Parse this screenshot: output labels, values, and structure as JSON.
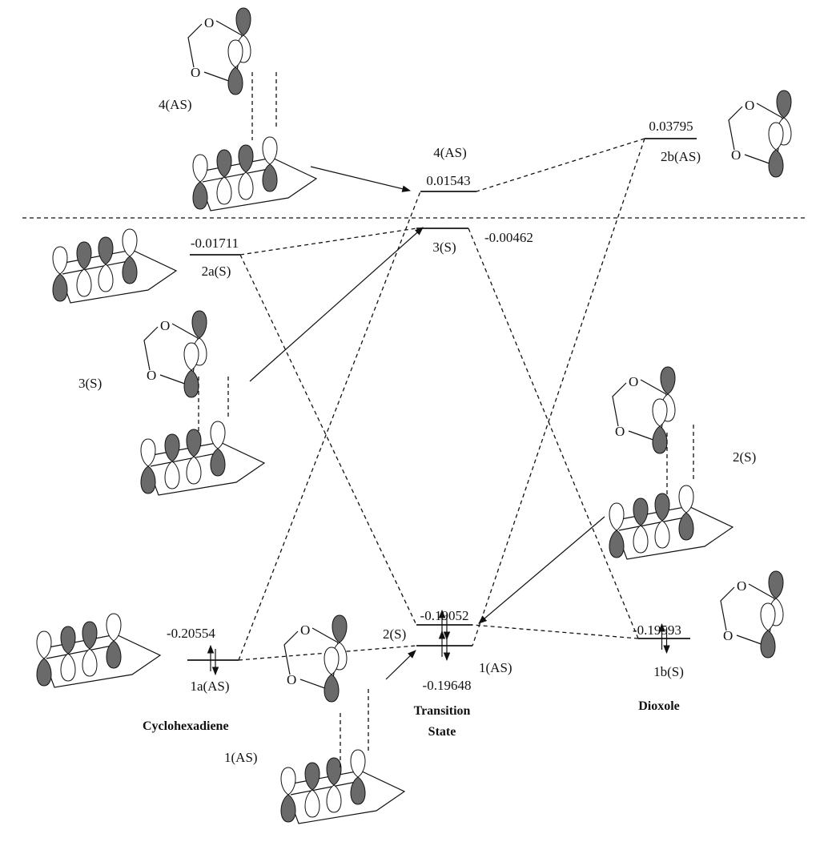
{
  "figure": {
    "fragments": {
      "left": "Cyclohexadiene",
      "middle_line1": "Transition",
      "middle_line2": "State",
      "right": "Dioxole"
    },
    "levels": {
      "ts_4": {
        "label": "4(AS)",
        "energy": "0.01543"
      },
      "ts_3": {
        "label": "3(S)",
        "energy": "-0.00462"
      },
      "ts_2": {
        "label": "2(S)",
        "energy": "-0.19052",
        "electrons": 2
      },
      "ts_1": {
        "label": "1(AS)",
        "energy": "-0.19648",
        "electrons": 2
      },
      "diene_2a": {
        "label": "2a(S)",
        "energy": "-0.01711"
      },
      "diene_1a": {
        "label": "1a(AS)",
        "energy": "-0.20554",
        "electrons": 2
      },
      "dioxole_2b": {
        "label": "2b(AS)",
        "energy": "0.03795"
      },
      "dioxole_1b": {
        "label": "1b(S)",
        "energy": "-0.19593",
        "electrons": 2
      }
    },
    "orbital_pictures": {
      "ts_4": "4(AS)",
      "ts_3": "3(S)",
      "ts_2": "2(S)",
      "ts_1": "1(AS)"
    },
    "atom_label": "O"
  }
}
